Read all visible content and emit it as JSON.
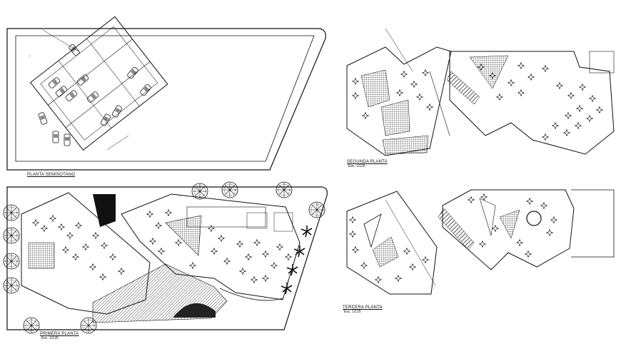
{
  "sheet": {
    "background": "#ffffff",
    "line_color": "#1a1a1a",
    "hatch_color": "#222222"
  },
  "plans": {
    "semisotano": {
      "title": "PLANTA SEMISOTANO"
    },
    "primera": {
      "title": "PRIMERA PLANTA",
      "scale": "Esc. 1/125"
    },
    "segunda": {
      "title": "SEGUNDA PLANTA",
      "scale": "Esc. 1/125"
    },
    "tercera": {
      "title": "TERCERA PLANTA",
      "scale": "Esc. 1/125"
    }
  }
}
